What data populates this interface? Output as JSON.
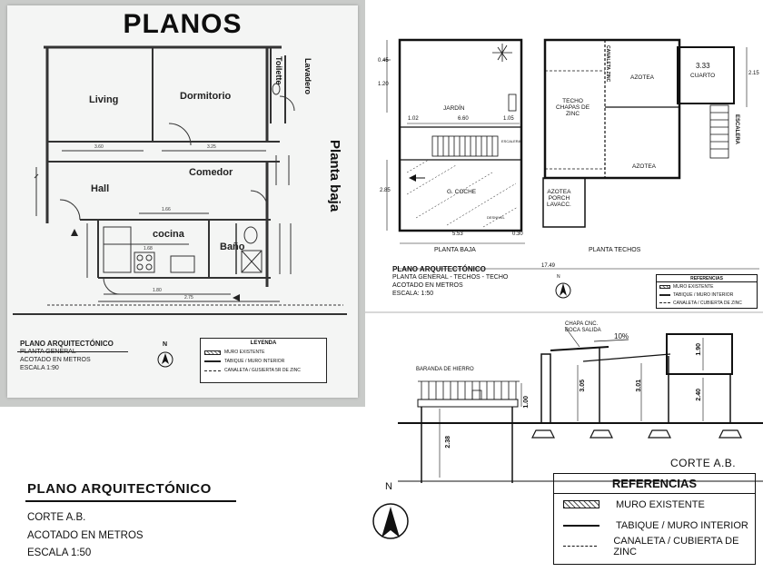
{
  "left_plan": {
    "title": "PLANOS",
    "side_label": "Planta baja",
    "rooms": {
      "living": "Living",
      "dormitorio": "Dormitorio",
      "toilette": "Toilette",
      "lavadero": "Lavadero",
      "hall": "Hall",
      "comedor": "Comedor",
      "cocina": "cocina",
      "bano": "Baño"
    },
    "dims": {
      "d1": "3.60",
      "d2": "3.25",
      "d3": "1.66",
      "d4": "1.68",
      "d5": "1.80",
      "d6": "2.75"
    },
    "title_block": {
      "title": "PLANO ARQUITECTÓNICO",
      "line1": "PLANTA GENERAL",
      "line2": "ACOTADO EN METROS",
      "line3": "ESCALA 1:90"
    },
    "north": "N",
    "legend": {
      "title": "LEYENDA",
      "items": [
        "MURO EXISTENTE",
        "TABIQUE / MURO INTERIOR",
        "CANALETA / GUSIERTA 5R DE ZINC"
      ]
    }
  },
  "bottom_left": {
    "title": "PLANO ARQUITECTÓNICO",
    "line1": "CORTE A.B.",
    "line2": "ACOTADO EN METROS",
    "line3": "ESCALA 1:50"
  },
  "right_top": {
    "dims": {
      "d045": "0.45",
      "d120": "1.20",
      "d102": "1.02",
      "d660": "6.60",
      "d105": "1.05",
      "d285": "2.85",
      "d553": "5.53",
      "d030": "0.30",
      "d1749": "17.49",
      "d333": "3.33",
      "d215": "2.15"
    },
    "rooms": {
      "jardin": "JARDÍN",
      "escalera_small": "ESCALERA",
      "gcoche": "G. COCHE",
      "desnivel": "DESNIVEL",
      "techo_l1": "TECHO",
      "techo_l2": "CHAPAS DE",
      "techo_l3": "ZINC",
      "canaleta_l1": "CANALETA",
      "canaleta_l2": "ZINC",
      "azotea1": "AZOTEA",
      "azotea2": "AZOTEA",
      "cuarto": "CUARTO",
      "azotea_porch_l1": "AZOTEA",
      "azotea_porch_l2": "PORCH",
      "azotea_porch_l3": "LAVACC.",
      "escalera": "ESCALERA"
    },
    "labels": {
      "planta_baja": "PLANTA BAJA",
      "planta_techos": "PLANTA TECHOS"
    },
    "title_block": {
      "title": "PLANO ARQUITECTÓNICO",
      "line1": "PLANTA GENERAL - TECHOS - TECHO",
      "line2": "ACOTADO EN METROS",
      "line3": "ESCALA: 1:50"
    },
    "north": "N",
    "references": {
      "title": "REFERENCIAS",
      "items": [
        "MURO EXISTENTE",
        "TABIQUE / MURO INTERIOR",
        "CANALETA / CUBIERTA DE ZINC"
      ]
    }
  },
  "right_bottom": {
    "callout_l1": "CHAPA CNC.",
    "callout_l2": "BOCA SALIDA",
    "slope": "10%",
    "baranda": "BARANDA DE HIERRO",
    "dims": {
      "d100": "1.00",
      "d238": "2.38",
      "d305": "3.05",
      "d301": "3.01",
      "d190": "1.90",
      "d240": "2.40"
    },
    "corte": "CORTE A.B.",
    "north": "N",
    "references": {
      "title": "REFERENCIAS",
      "items": [
        "MURO EXISTENTE",
        "TABIQUE / MURO INTERIOR",
        "CANALETA / CUBIERTA DE ZINC"
      ]
    }
  }
}
